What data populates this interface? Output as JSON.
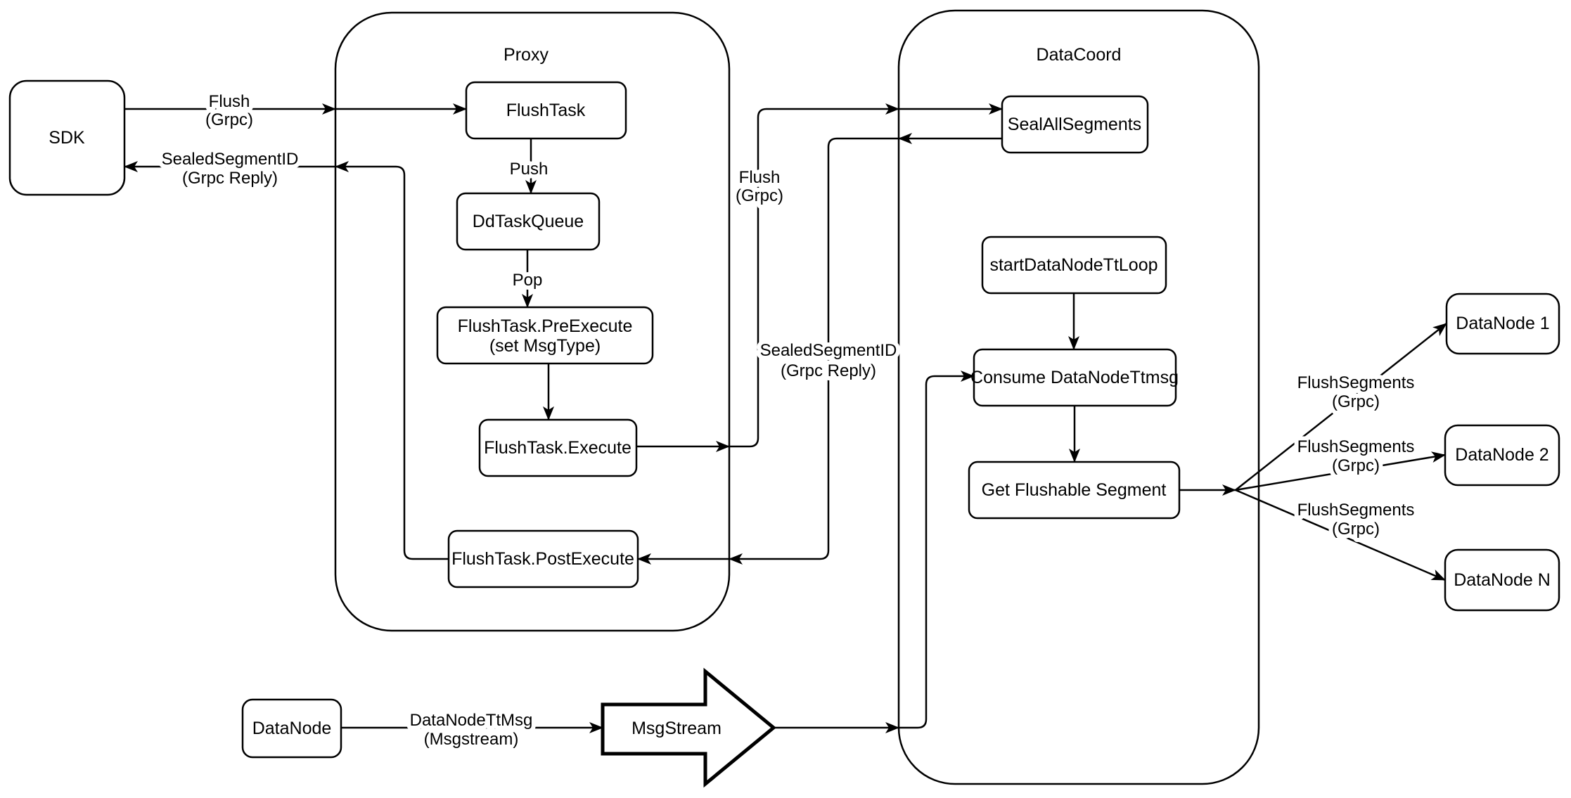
{
  "diagram": {
    "colors": {
      "stroke": "#000000",
      "node_fill": "#ffffff",
      "background": "#ffffff"
    },
    "containers": {
      "proxy": {
        "label": "Proxy"
      },
      "datacoord": {
        "label": "DataCoord"
      }
    },
    "nodes": {
      "sdk": {
        "label": "SDK"
      },
      "flush_task": {
        "label": "FlushTask"
      },
      "dd_task_queue": {
        "label": "DdTaskQueue"
      },
      "pre_execute": {
        "label_line1": "FlushTask.PreExecute",
        "label_line2": "(set MsgType)"
      },
      "execute": {
        "label": "FlushTask.Execute"
      },
      "post_execute": {
        "label": "FlushTask.PostExecute"
      },
      "seal_all_segments": {
        "label": "SealAllSegments"
      },
      "start_datanode_tt_loop": {
        "label": "startDataNodeTtLoop"
      },
      "consume_datanode_ttmsg": {
        "label": "Consume DataNodeTtmsg"
      },
      "get_flushable_segment": {
        "label": "Get Flushable Segment"
      },
      "datanode_1": {
        "label": "DataNode 1"
      },
      "datanode_2": {
        "label": "DataNode 2"
      },
      "datanode_n": {
        "label": "DataNode N"
      },
      "datanode": {
        "label": "DataNode"
      },
      "msgstream": {
        "label": "MsgStream"
      }
    },
    "edge_labels": {
      "sdk_flush": {
        "line1": "Flush",
        "line2": "(Grpc)"
      },
      "sdk_reply": {
        "line1": "SealedSegmentID",
        "line2": "(Grpc Reply)"
      },
      "push": {
        "line1": "Push"
      },
      "pop": {
        "line1": "Pop"
      },
      "channel_flush": {
        "line1": "Flush",
        "line2": "(Grpc)"
      },
      "channel_reply": {
        "line1": "SealedSegmentID",
        "line2": "(Grpc Reply)"
      },
      "flush_segments_1": {
        "line1": "FlushSegments",
        "line2": "(Grpc)"
      },
      "flush_segments_2": {
        "line1": "FlushSegments",
        "line2": "(Grpc)"
      },
      "flush_segments_3": {
        "line1": "FlushSegments",
        "line2": "(Grpc)"
      },
      "datanode_ttmsg": {
        "line1": "DataNodeTtMsg",
        "line2": "(Msgstream)"
      }
    }
  }
}
